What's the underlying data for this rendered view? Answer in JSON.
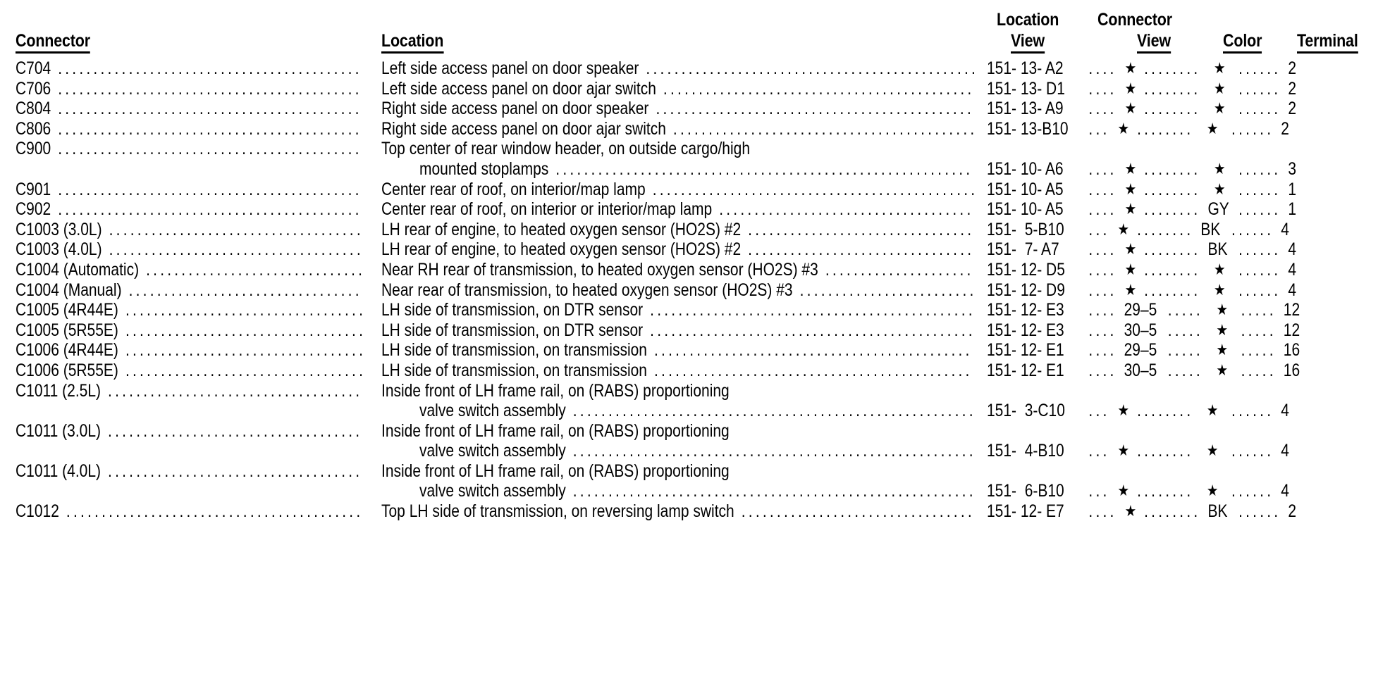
{
  "document": {
    "type": "connector-location-index",
    "columns": {
      "connector": "Connector",
      "location": "Location",
      "location_view_line1": "Location",
      "location_view_line2": "View",
      "connector_view_line1": "Connector",
      "connector_view_line2": "View",
      "color": "Color",
      "terminal": "Terminal"
    },
    "star_glyph": "★",
    "rows": [
      {
        "connector": "C704",
        "location": "Left side access panel on door speaker",
        "location_cont": "",
        "location_view": "151- 13- A2",
        "connector_view": "★",
        "color": "★",
        "terminal": "2"
      },
      {
        "connector": "C706",
        "location": "Left side access panel on door ajar switch",
        "location_cont": "",
        "location_view": "151- 13- D1",
        "connector_view": "★",
        "color": "★",
        "terminal": "2"
      },
      {
        "connector": "C804",
        "location": "Right side access panel on door speaker",
        "location_cont": "",
        "location_view": "151- 13- A9",
        "connector_view": "★",
        "color": "★",
        "terminal": "2"
      },
      {
        "connector": "C806",
        "location": "Right side access panel on door ajar switch",
        "location_cont": "",
        "location_view": "151- 13-B10",
        "connector_view": "★",
        "color": "★",
        "terminal": "2"
      },
      {
        "connector": "C900",
        "location": "Top center of rear window header, on outside cargo/high",
        "location_cont": "mounted stoplamps",
        "location_view": "151- 10- A6",
        "connector_view": "★",
        "color": "★",
        "terminal": "3"
      },
      {
        "connector": "C901",
        "location": "Center rear of roof, on interior/map lamp",
        "location_cont": "",
        "location_view": "151- 10- A5",
        "connector_view": "★",
        "color": "★",
        "terminal": "1"
      },
      {
        "connector": "C902",
        "location": "Center rear of roof, on interior or interior/map lamp",
        "location_cont": "",
        "location_view": "151- 10- A5",
        "connector_view": "★",
        "color": "GY",
        "terminal": "1"
      },
      {
        "connector": "C1003 (3.0L)",
        "location": "LH rear of engine, to heated oxygen sensor (HO2S) #2",
        "location_cont": "",
        "location_view": "151-  5-B10",
        "connector_view": "★",
        "color": "BK",
        "terminal": "4"
      },
      {
        "connector": "C1003 (4.0L)",
        "location": "LH rear of engine, to heated oxygen sensor (HO2S) #2",
        "location_cont": "",
        "location_view": "151-  7- A7",
        "connector_view": "★",
        "color": "BK",
        "terminal": "4"
      },
      {
        "connector": "C1004 (Automatic)",
        "location": "Near RH rear of transmission, to heated oxygen sensor (HO2S) #3",
        "location_cont": "",
        "location_view": "151- 12- D5",
        "connector_view": "★",
        "color": "★",
        "terminal": "4"
      },
      {
        "connector": "C1004 (Manual)",
        "location": "Near rear of transmission, to heated oxygen sensor (HO2S) #3",
        "location_cont": "",
        "location_view": "151- 12- D9",
        "connector_view": "★",
        "color": "★",
        "terminal": "4"
      },
      {
        "connector": "C1005 (4R44E)",
        "location": "LH side of transmission, on DTR sensor",
        "location_cont": "",
        "location_view": "151- 12- E3",
        "connector_view": "29–5",
        "color": "★",
        "terminal": "12"
      },
      {
        "connector": "C1005 (5R55E)",
        "location": "LH side of transmission, on DTR sensor",
        "location_cont": "",
        "location_view": "151- 12- E3",
        "connector_view": "30–5",
        "color": "★",
        "terminal": "12"
      },
      {
        "connector": "C1006 (4R44E)",
        "location": "LH side of transmission, on transmission",
        "location_cont": "",
        "location_view": "151- 12- E1",
        "connector_view": "29–5",
        "color": "★",
        "terminal": "16"
      },
      {
        "connector": "C1006 (5R55E)",
        "location": "LH side of transmission, on transmission",
        "location_cont": "",
        "location_view": "151- 12- E1",
        "connector_view": "30–5",
        "color": "★",
        "terminal": "16"
      },
      {
        "connector": "C1011 (2.5L)",
        "location": "Inside front of LH frame rail, on (RABS) proportioning",
        "location_cont": "valve switch assembly",
        "location_view": "151-  3-C10",
        "connector_view": "★",
        "color": "★",
        "terminal": "4"
      },
      {
        "connector": "C1011 (3.0L)",
        "location": "Inside front of LH frame rail, on (RABS) proportioning",
        "location_cont": "valve switch assembly",
        "location_view": "151-  4-B10",
        "connector_view": "★",
        "color": "★",
        "terminal": "4"
      },
      {
        "connector": "C1011 (4.0L)",
        "location": "Inside front of LH frame rail, on (RABS) proportioning",
        "location_cont": "valve switch assembly",
        "location_view": "151-  6-B10",
        "connector_view": "★",
        "color": "★",
        "terminal": "4"
      },
      {
        "connector": "C1012",
        "location": "Top LH side of transmission, on reversing lamp switch",
        "location_cont": "",
        "location_view": "151- 12- E7",
        "connector_view": "★",
        "color": "BK",
        "terminal": "2"
      }
    ]
  }
}
